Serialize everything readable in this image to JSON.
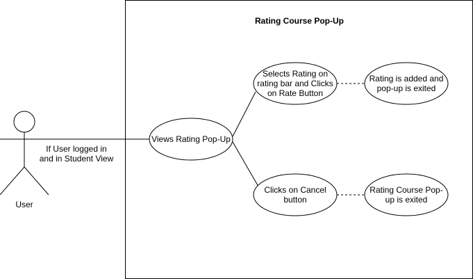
{
  "diagram": {
    "system": {
      "title": "Rating Course Pop-Up"
    },
    "actor": {
      "label": "User"
    },
    "association_label": "If User logged in\nand in Student View",
    "use_cases": {
      "views_popup": "Views Rating Pop-Up",
      "selects_rating": "Selects Rating on\nrating bar and Clicks\non Rate Button",
      "rating_added": "Rating is added and\npop-up is exited",
      "clicks_cancel": "Clicks on Cancel\nbutton",
      "popup_exited": "Rating Course Pop-\nup is exited"
    },
    "colors": {
      "stroke": "#000000",
      "fill": "#ffffff"
    }
  }
}
